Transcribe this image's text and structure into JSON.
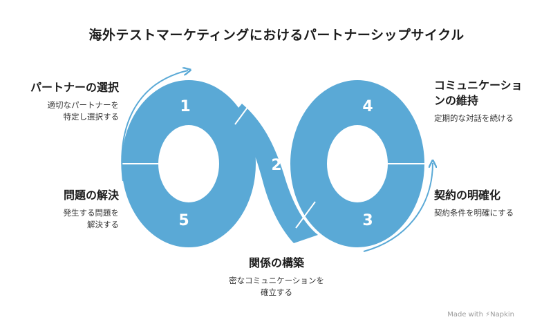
{
  "title": "海外テストマーケティングにおけるパートナーシップサイクル",
  "accent_color": "#5aa9d6",
  "steps": [
    {
      "number": "1",
      "title": "パートナーの選択",
      "desc_lines": [
        "適切なパートナーを",
        "特定し選択する"
      ]
    },
    {
      "number": "2",
      "title": "関係の構築",
      "desc_lines": [
        "密なコミュニケーションを",
        "確立する"
      ]
    },
    {
      "number": "3",
      "title": "契約の明確化",
      "desc_lines": [
        "契約条件を明確にする"
      ]
    },
    {
      "number": "4",
      "title_lines": [
        "コミュニケーショ",
        "ンの維持"
      ],
      "desc_lines": [
        "定期的な対話を続ける"
      ]
    },
    {
      "number": "5",
      "title": "問題の解決",
      "desc_lines": [
        "発生する問題を",
        "解決する"
      ]
    }
  ],
  "footer": {
    "made_with": "Made with",
    "brand": "Napkin",
    "brand_icon": "napkin-logo-icon"
  }
}
